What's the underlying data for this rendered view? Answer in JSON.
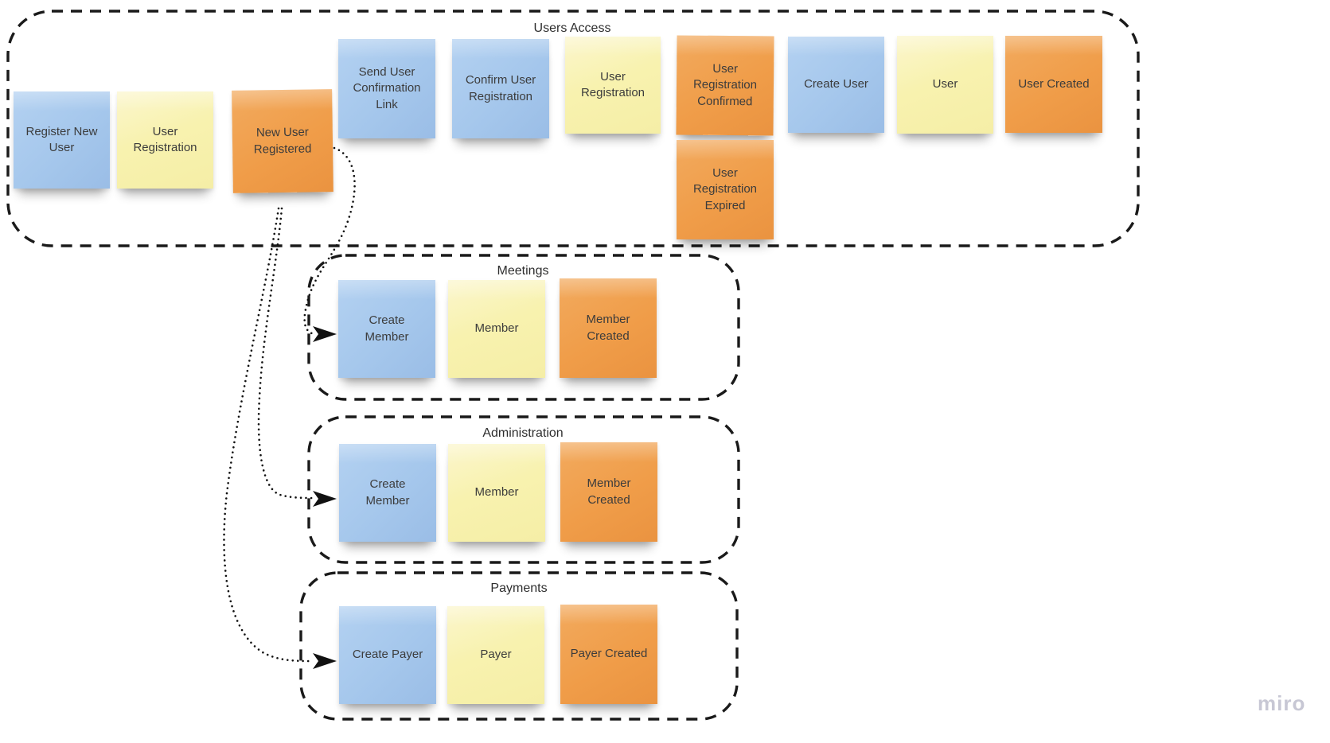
{
  "board": {
    "watermark": "miro",
    "colors": {
      "note_blue": "#a5c7ec",
      "note_yellow": "#f8f2af",
      "note_orange": "#f09d49",
      "note_text": "#3c3c3c",
      "outline": "#1a1a1a",
      "watermark_color": "#c7c7d4"
    },
    "groups": [
      {
        "title": "Users Access",
        "notes": [
          {
            "text": "Register New User",
            "color": "blue"
          },
          {
            "text": "User Registration",
            "color": "yellow"
          },
          {
            "text": "New User Registered",
            "color": "orange"
          },
          {
            "text": "Send User Confirmation Link",
            "color": "blue"
          },
          {
            "text": "Confirm User Registration",
            "color": "blue"
          },
          {
            "text": "User Registration",
            "color": "yellow"
          },
          {
            "text": "User Registration Confirmed",
            "color": "orange"
          },
          {
            "text": "Create User",
            "color": "blue"
          },
          {
            "text": "User",
            "color": "yellow"
          },
          {
            "text": "User Created",
            "color": "orange"
          },
          {
            "text": "User Registration Expired",
            "color": "orange"
          }
        ]
      },
      {
        "title": "Meetings",
        "notes": [
          {
            "text": "Create Member",
            "color": "blue"
          },
          {
            "text": "Member",
            "color": "yellow"
          },
          {
            "text": "Member Created",
            "color": "orange"
          }
        ]
      },
      {
        "title": "Administration",
        "notes": [
          {
            "text": "Create Member",
            "color": "blue"
          },
          {
            "text": "Member",
            "color": "yellow"
          },
          {
            "text": "Member Created",
            "color": "orange"
          }
        ]
      },
      {
        "title": "Payments",
        "notes": [
          {
            "text": "Create Payer",
            "color": "blue"
          },
          {
            "text": "Payer",
            "color": "yellow"
          },
          {
            "text": "Payer Created",
            "color": "orange"
          }
        ]
      }
    ],
    "connectors": [
      {
        "from": "New User Registered",
        "to": "Create Member (Meetings)",
        "style": "dotted-arrow"
      },
      {
        "from": "New User Registered",
        "to": "Create Member (Administration)",
        "style": "dotted-arrow"
      },
      {
        "from": "New User Registered",
        "to": "Create Payer (Payments)",
        "style": "dotted-arrow"
      }
    ]
  }
}
